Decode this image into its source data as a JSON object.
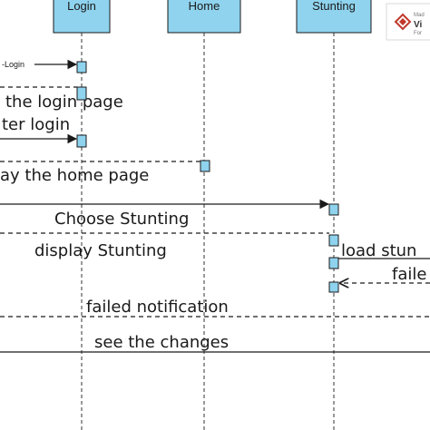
{
  "lifelines": [
    {
      "name": "Login"
    },
    {
      "name": "Home"
    },
    {
      "name": "Stunting"
    }
  ],
  "messages": {
    "m1": "-Login",
    "m2": "the login page",
    "m3": "ter login",
    "m4": "ay the home page",
    "m5": "Choose Stunting",
    "m6": "display Stunting",
    "m7": "load stun",
    "m8": "faile",
    "m9": "failed notification",
    "m10": "see the changes"
  },
  "watermark": {
    "line1": "Mad",
    "line2": "Vi",
    "line3": "For",
    "accent": "#c0392b"
  }
}
